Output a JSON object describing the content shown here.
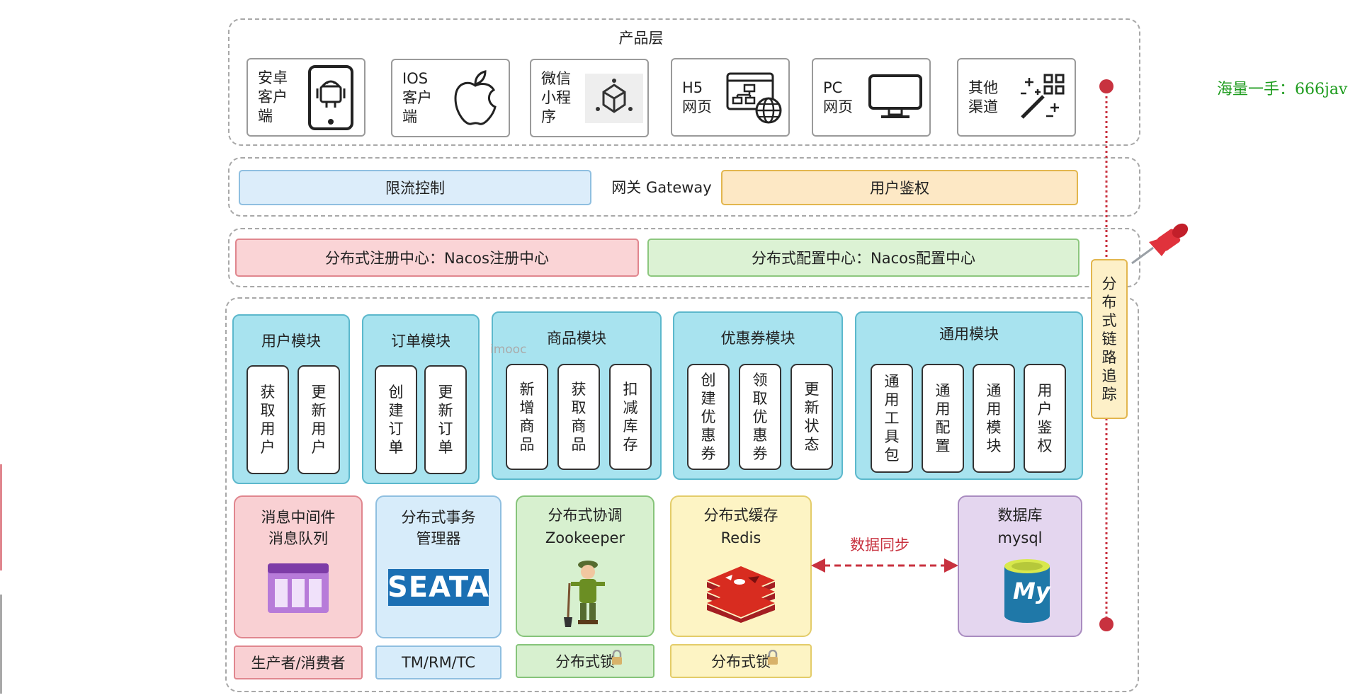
{
  "product_layer": {
    "title": "产品层",
    "items": [
      {
        "label": "安卓\n客户端",
        "icon": "android-tablet-icon"
      },
      {
        "label": "IOS\n客户端",
        "icon": "apple-icon"
      },
      {
        "label": "微信\n小程序",
        "icon": "mini-program-icon"
      },
      {
        "label": "H5\n网页",
        "icon": "web-sitemap-globe-icon"
      },
      {
        "label": "PC\n网页",
        "icon": "monitor-icon"
      },
      {
        "label": "其他\n渠道",
        "icon": "magic-wand-icon"
      }
    ]
  },
  "gateway_layer": {
    "rate_limit": "限流控制",
    "gateway": "网关 Gateway",
    "auth": "用户鉴权"
  },
  "registry_layer": {
    "registry": "分布式注册中心：Nacos注册中心",
    "config": "分布式配置中心：Nacos配置中心"
  },
  "watermark": "imooc",
  "modules": [
    {
      "title": "用户模块",
      "items": [
        "获取用户",
        "更新用户"
      ]
    },
    {
      "title": "订单模块",
      "items": [
        "创建订单",
        "更新订单"
      ]
    },
    {
      "title": "商品模块",
      "items": [
        "新增商品",
        "获取商品",
        "扣减库存"
      ]
    },
    {
      "title": "优惠券模块",
      "items": [
        "创建优惠券",
        "领取优惠券",
        "更新状态"
      ]
    },
    {
      "title": "通用模块",
      "items": [
        "通用工具包",
        "通用配置",
        "通用模块",
        "用户鉴权"
      ]
    }
  ],
  "infra": [
    {
      "title": "消息中间件\n消息队列",
      "footer": "生产者/消费者",
      "icon": "message-queue-icon",
      "color": "#f9d0d3",
      "border": "#e0868e"
    },
    {
      "title": "分布式事务\n管理器",
      "footer": "TM/RM/TC",
      "icon": "seata-logo",
      "logo_text": "SEATA",
      "color": "#d7ecfa",
      "border": "#8fbfe0"
    },
    {
      "title": "分布式协调\nZookeeper",
      "footer": "分布式锁",
      "icon": "zookeeper-keeper-icon",
      "color": "#d7f0cf",
      "border": "#86c47a"
    },
    {
      "title": "分布式缓存\nRedis",
      "footer": "分布式锁",
      "icon": "redis-icon",
      "color": "#fdf4c4",
      "border": "#e3cc6a"
    },
    {
      "title": "数据库\nmysql",
      "icon": "mysql-icon",
      "logo_text": "My",
      "color": "#e4d6ef",
      "border": "#a98cc0"
    }
  ],
  "data_sync": "数据同步",
  "tracing": "分布式链路追踪",
  "side_note": "海量一手：666jav",
  "colors": {
    "rate_limit_bg": "#dcedfa",
    "rate_limit_border": "#8fbfe0",
    "auth_bg": "#fde8c5",
    "auth_border": "#e2b64e",
    "registry_bg": "#fad4d6",
    "registry_border": "#e0868e",
    "config_bg": "#dcf2d4",
    "config_border": "#8cc77e",
    "module_bg": "#a8e3ef",
    "tracing_bg": "#fdf0c8",
    "tracing_line": "#c8323f",
    "side_note": "#1c9b1c"
  }
}
